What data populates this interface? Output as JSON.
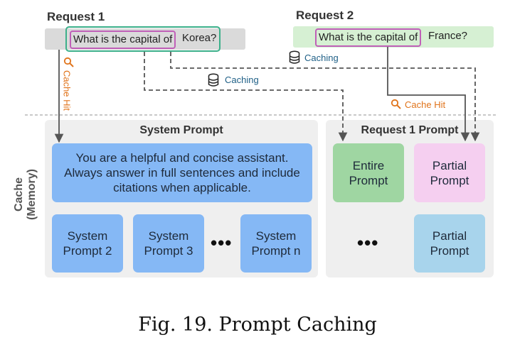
{
  "request1": {
    "title": "Request 1",
    "prefix": "What is the capital of",
    "suffix": "Korea?"
  },
  "request2": {
    "title": "Request 2",
    "prefix": "What is the capital of",
    "suffix": "France?"
  },
  "labels": {
    "caching_1": "Caching",
    "caching_2": "Caching",
    "cache_hit_vertical": "Cache Hit",
    "cache_hit": "Cache Hit"
  },
  "cache": {
    "side_label_line1": "Cache",
    "side_label_line2": "(Memory)",
    "system_panel": {
      "title": "System Prompt",
      "main_box": "You are a helpful and concise assistant. Always answer in full sentences and include citations when applicable.",
      "boxes": [
        "System Prompt 2",
        "System Prompt 3",
        "System Prompt n"
      ],
      "ellipsis": "•••"
    },
    "request_panel": {
      "title": "Request 1 Prompt",
      "entire": "Entire Prompt",
      "partial_1": "Partial Prompt",
      "partial_2": "Partial Prompt",
      "ellipsis": "•••"
    }
  },
  "caption": "Fig. 19.  Prompt Caching",
  "colors": {
    "system_box": "#85b8f5",
    "entire_box": "#9fd6a2",
    "partial_box_pink": "#f5cff0",
    "partial_box_blue": "#a8d4ec",
    "outline_green": "#3cb08a",
    "outline_pink": "#c060b8",
    "caching_text": "#1e5f86",
    "cache_hit_text": "#e0731a"
  },
  "icons": [
    "database-icon",
    "magnifier-icon"
  ]
}
